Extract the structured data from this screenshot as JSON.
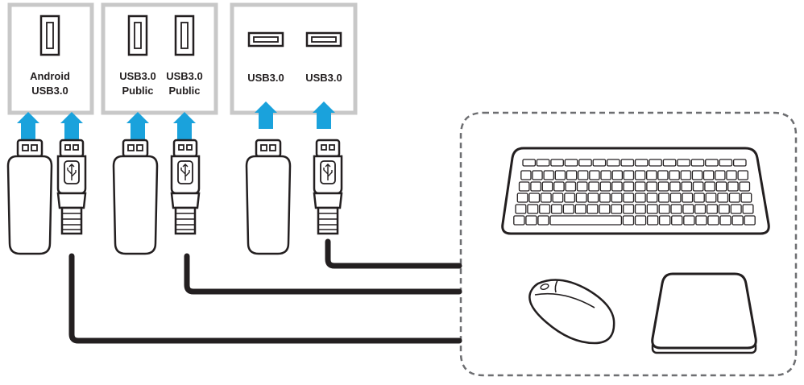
{
  "panels": [
    {
      "ports": [
        {
          "orientation": "vertical",
          "label": [
            "Android",
            "USB3.0"
          ]
        }
      ]
    },
    {
      "ports": [
        {
          "orientation": "vertical",
          "label": [
            "USB3.0",
            "Public"
          ]
        },
        {
          "orientation": "vertical",
          "label": [
            "USB3.0",
            "Public"
          ]
        }
      ]
    },
    {
      "ports": [
        {
          "orientation": "horizontal",
          "label": [
            "USB3.0"
          ]
        },
        {
          "orientation": "horizontal",
          "label": [
            "USB3.0"
          ]
        }
      ]
    }
  ],
  "colors": {
    "panel_border": "#c8c8c8",
    "arrow": "#1aa2dc",
    "cable": "#231f20",
    "line_art": "#231f20",
    "device_group_border": "#6d6e71"
  },
  "icons": [
    "flash-drive-icon",
    "usb-cable-icon",
    "keyboard-icon",
    "mouse-icon",
    "external-hdd-icon"
  ]
}
